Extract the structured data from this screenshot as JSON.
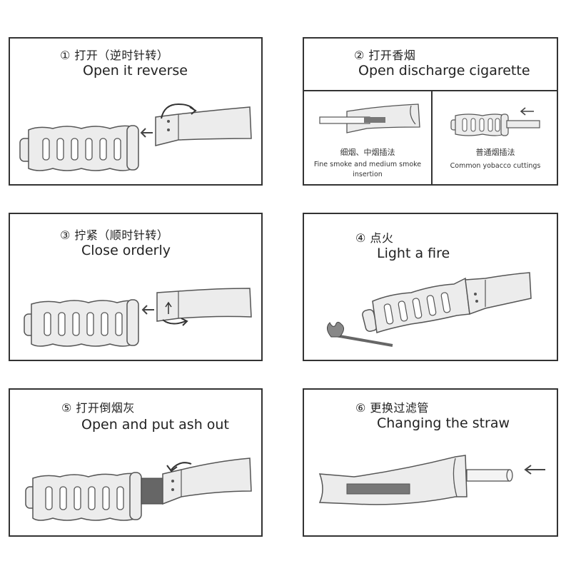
{
  "steps": [
    {
      "zh": "① 打开（逆时针转）",
      "en": "Open it reverse"
    },
    {
      "zh": "② 打开香烟",
      "en": "Open discharge cigarette",
      "sub": [
        {
          "zh": "细烟、中烟插法",
          "en": "Fine smoke and medium smoke insertion"
        },
        {
          "zh": "普通烟插法",
          "en": "Common yobacco cuttings"
        }
      ]
    },
    {
      "zh": "③ 拧紧（顺时针转）",
      "en": "Close orderly"
    },
    {
      "zh": "④ 点火",
      "en": "Light a fire"
    },
    {
      "zh": "⑤ 打开倒烟灰",
      "en": "Open and put ash out"
    },
    {
      "zh": "⑥ 更换过滤管",
      "en": "Changing the straw"
    }
  ]
}
